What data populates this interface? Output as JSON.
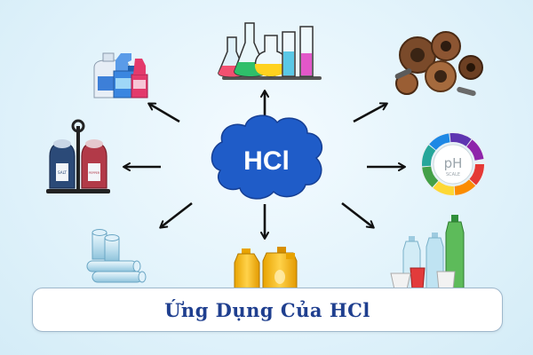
{
  "center": {
    "label": "HCl",
    "color": "#1f5cc8",
    "text_color": "#ffffff"
  },
  "applications": [
    {
      "id": "cleaning",
      "icon": "cleaning-bottles-icon"
    },
    {
      "id": "laboratory",
      "icon": "lab-glassware-icon"
    },
    {
      "id": "metal",
      "icon": "rusty-metal-parts-icon"
    },
    {
      "id": "seasoning",
      "icon": "salt-pepper-shakers-icon"
    },
    {
      "id": "ph",
      "icon": "ph-scale-icon"
    },
    {
      "id": "pipes",
      "icon": "pvc-pipes-icon"
    },
    {
      "id": "oil",
      "icon": "oil-bottles-icon"
    },
    {
      "id": "plastics",
      "icon": "plastic-bottles-icon"
    }
  ],
  "ph_icon": {
    "text": "pH",
    "subtext": "SCALE"
  },
  "shaker_labels": {
    "left": "SALT",
    "right": "PEPPER"
  },
  "caption": {
    "text": "Ứng Dụng Của HCl"
  },
  "colors": {
    "arrow": "#111111",
    "caption_text": "#1f3f8f",
    "caption_border": "#9fb8cc"
  }
}
